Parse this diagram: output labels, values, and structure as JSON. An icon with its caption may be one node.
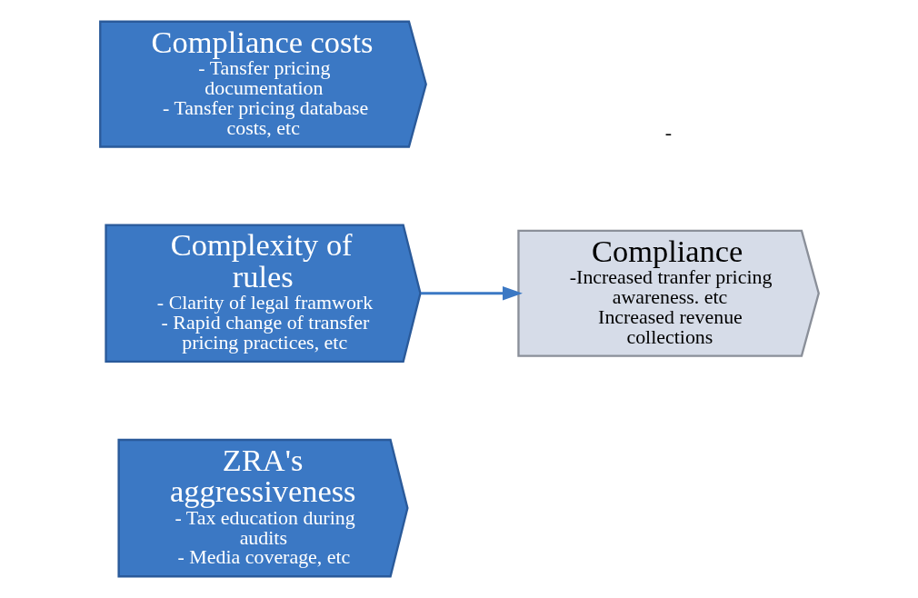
{
  "diagram": {
    "nodes": [
      {
        "text": [
          "Compliance costs",
          "- Tansfer pricing documentation",
          "- Tansfer pricing database costs, etc"
        ]
      },
      {
        "text": [
          "Complexity of rules",
          "- Clarity of legal framwork",
          "- Rapid change of transfer pricing practices, etc"
        ]
      },
      {
        "text": [
          "ZRA's aggressiveness",
          "- Tax education during audits",
          "- Media coverage, etc"
        ]
      },
      {
        "text": [
          "Compliance",
          "-Increased tranfer pricing awareness. etc",
          "Increased revenue collections"
        ]
      }
    ],
    "edges": [
      {
        "from": 1,
        "to": 3,
        "arrow": "to"
      }
    ],
    "labels": [
      "-"
    ]
  }
}
